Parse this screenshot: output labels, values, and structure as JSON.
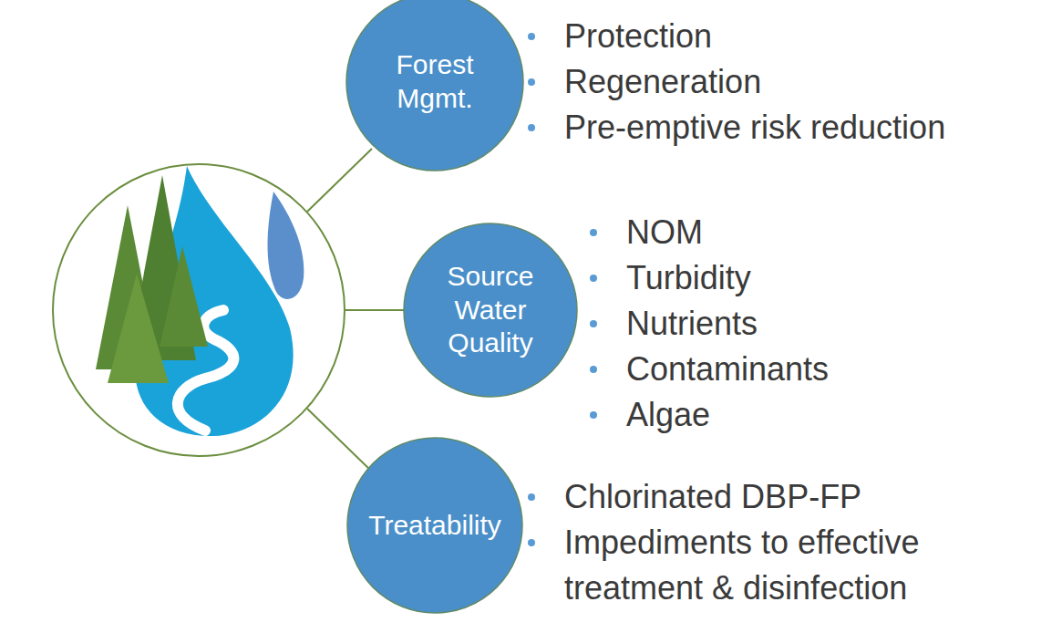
{
  "diagram": {
    "nodes": [
      {
        "text": [
          "Forest Mgmt."
        ]
      },
      {
        "text": [
          "Source Water Quality"
        ]
      },
      {
        "text": [
          "Treatability"
        ]
      }
    ],
    "labels": [
      "Protection",
      "Regeneration",
      "Pre-emptive risk reduction",
      "NOM",
      "Turbidity",
      "Nutrients",
      "Contaminants",
      "Algae",
      "Chlorinated DBP-FP",
      "Impediments to effective treatment & disinfection"
    ]
  }
}
